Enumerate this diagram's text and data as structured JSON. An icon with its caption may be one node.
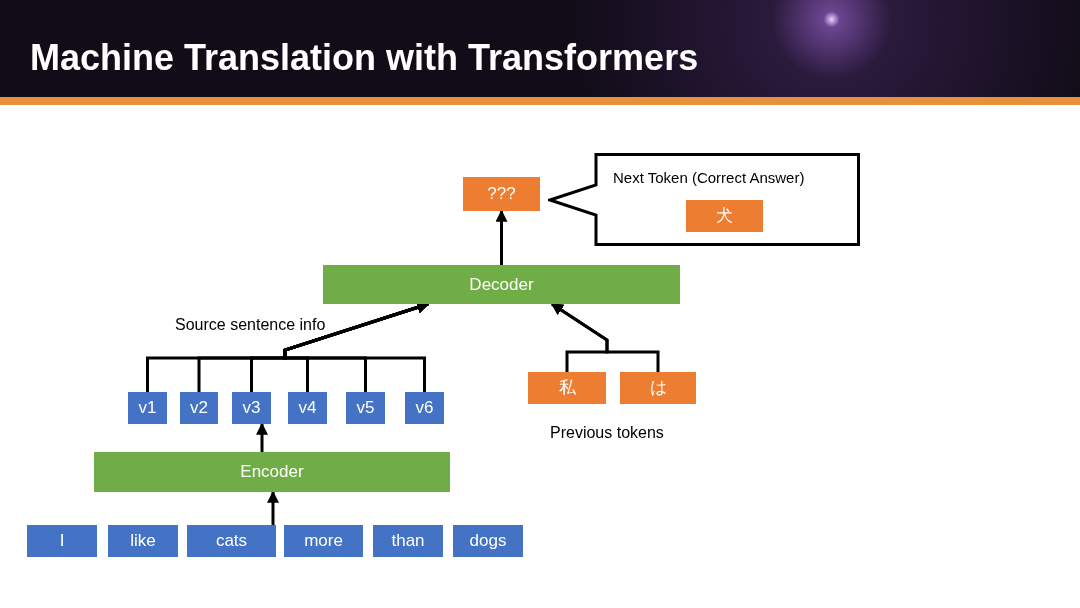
{
  "diagram": {
    "title": "Machine Translation with Transformers",
    "nodes": [
      {
        "text": [
          "I"
        ]
      },
      {
        "text": [
          "like"
        ]
      },
      {
        "text": [
          "cats"
        ]
      },
      {
        "text": [
          "more"
        ]
      },
      {
        "text": [
          "than"
        ]
      },
      {
        "text": [
          "dogs"
        ]
      },
      {
        "text": [
          "Encoder"
        ]
      },
      {
        "text": [
          "v1"
        ]
      },
      {
        "text": [
          "v2"
        ]
      },
      {
        "text": [
          "v3"
        ]
      },
      {
        "text": [
          "v4"
        ]
      },
      {
        "text": [
          "v5"
        ]
      },
      {
        "text": [
          "v6"
        ]
      },
      {
        "text": [
          "Decoder"
        ]
      },
      {
        "text": [
          "私"
        ]
      },
      {
        "text": [
          "は"
        ]
      },
      {
        "text": [
          "???"
        ]
      },
      {
        "text": [
          "Next Token (Correct Answer)"
        ]
      },
      {
        "text": [
          "犬"
        ],
        "in": 17
      }
    ],
    "edges": [
      {
        "from": 2,
        "to": 6,
        "arrow": "to"
      },
      {
        "from": 6,
        "to": 9,
        "arrow": "to"
      },
      {
        "from": 7,
        "to": 13,
        "arrow": "to"
      },
      {
        "from": 8,
        "to": 13,
        "arrow": "to"
      },
      {
        "from": 9,
        "to": 13,
        "arrow": "to"
      },
      {
        "from": 10,
        "to": 13,
        "arrow": "to"
      },
      {
        "from": 11,
        "to": 13,
        "arrow": "to"
      },
      {
        "from": 12,
        "to": 13,
        "arrow": "to"
      },
      {
        "from": 14,
        "to": 13,
        "arrow": "to"
      },
      {
        "from": 15,
        "to": 13,
        "arrow": "to"
      },
      {
        "from": 13,
        "to": 16,
        "arrow": "to"
      }
    ],
    "labels": [
      "Source sentence info",
      "Previous tokens"
    ]
  }
}
